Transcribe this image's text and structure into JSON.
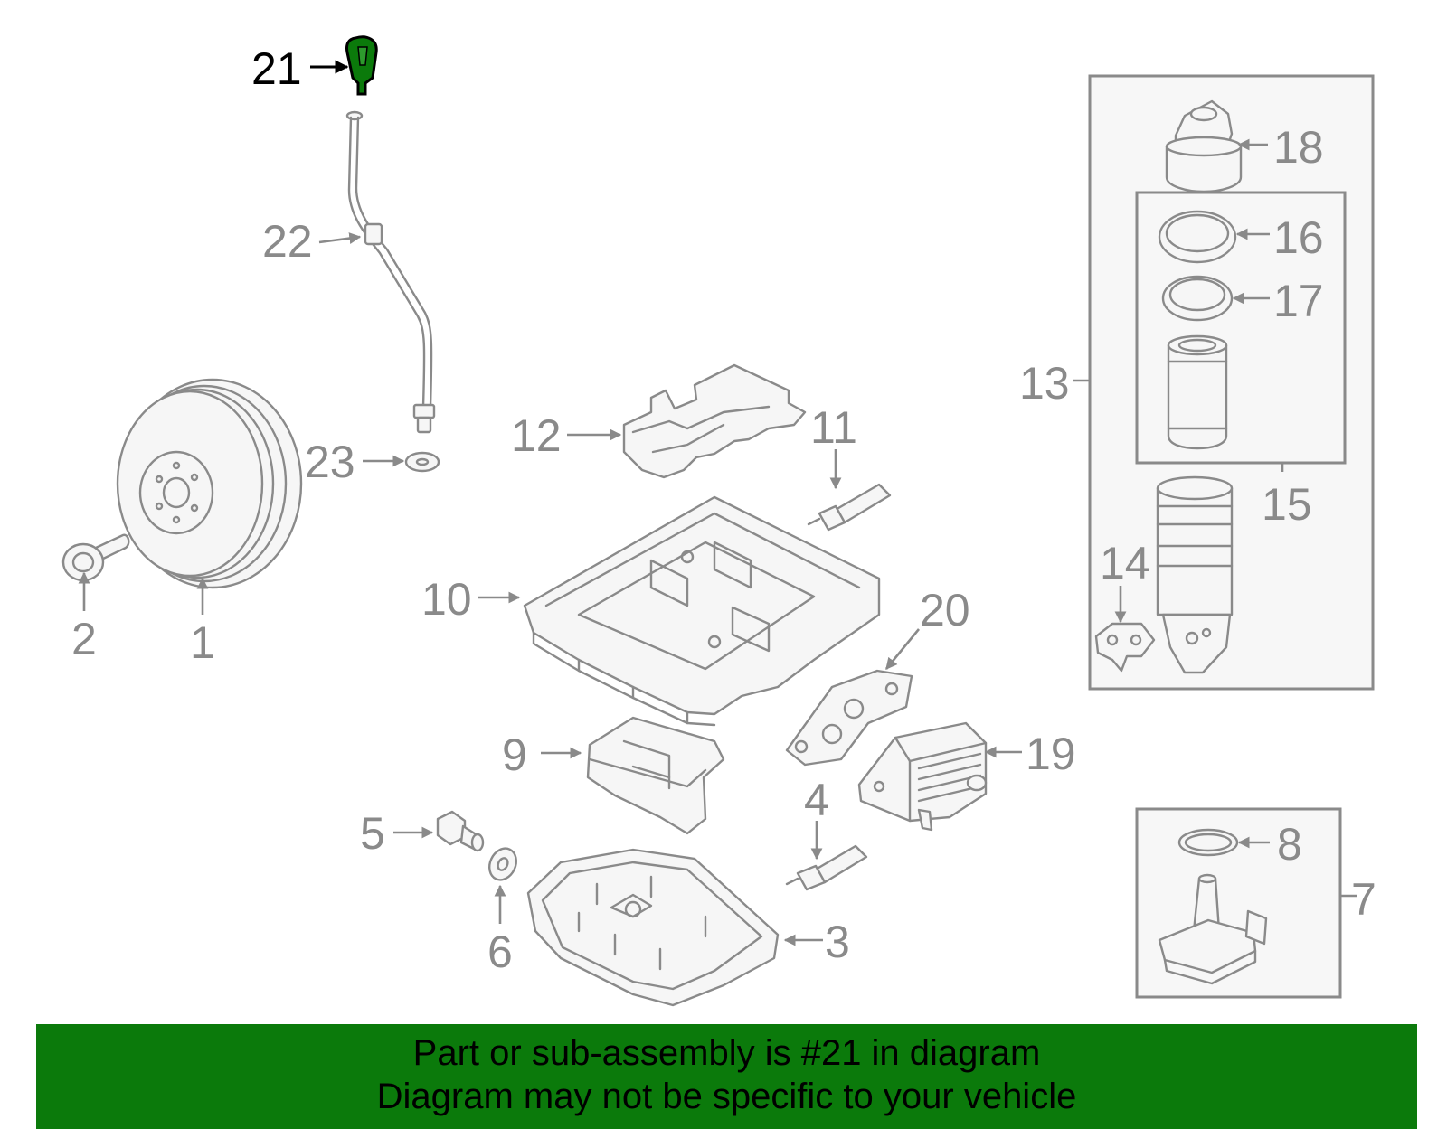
{
  "highlight_color": "#0b7a0b",
  "banner": {
    "line1": "Part or sub-assembly is #21 in diagram",
    "line2": "Diagram may not be specific to your vehicle"
  },
  "callouts": {
    "c1": "1",
    "c2": "2",
    "c3": "3",
    "c4": "4",
    "c5": "5",
    "c6": "6",
    "c7": "7",
    "c8": "8",
    "c9": "9",
    "c10": "10",
    "c11": "11",
    "c12": "12",
    "c13": "13",
    "c14": "14",
    "c15": "15",
    "c16": "16",
    "c17": "17",
    "c18": "18",
    "c19": "19",
    "c20": "20",
    "c21": "21",
    "c22": "22",
    "c23": "23"
  }
}
